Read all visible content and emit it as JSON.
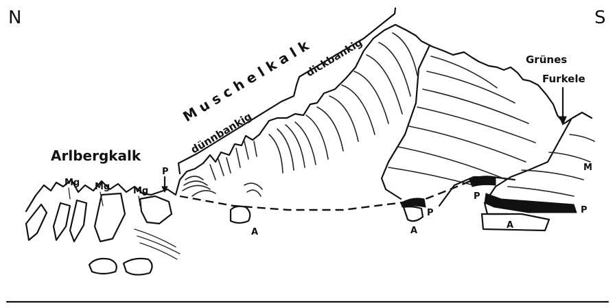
{
  "labels": {
    "north": "N",
    "south": "S",
    "muschelkalk": "M u s c h e l k a l k",
    "duennbankig": "dünnbankig",
    "dickbankig": "dickbankig",
    "arlbergkalk": "Arlbergkalk",
    "gruenes": "Grünes",
    "furkele": "Furkele",
    "mg": "Mg",
    "p": "P",
    "a": "A",
    "m": "M"
  }
}
